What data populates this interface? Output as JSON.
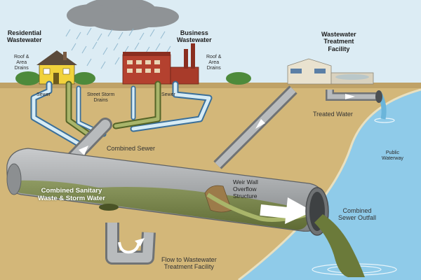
{
  "labels": {
    "residential_wastewater": [
      "Residential",
      "Wastewater"
    ],
    "business_wastewater": [
      "Business",
      "Wastewater"
    ],
    "treatment_facility": [
      "Wastewater",
      "Treatment",
      "Facility"
    ],
    "roof_drains_left": [
      "Roof &",
      "Area",
      "Drains"
    ],
    "roof_drains_right": [
      "Roof &",
      "Area",
      "Drains"
    ],
    "sewer_left": "Sewer",
    "sewer_right": "Sewer",
    "street_storm_drains": [
      "Street Storm",
      "Drains"
    ],
    "combined_sewer": "Combined Sewer",
    "treated_water": "Treated Water",
    "public_waterway": [
      "Public",
      "Waterway"
    ],
    "combined_sanitary": [
      "Combined Sanitary",
      "Waste & Storm Water"
    ],
    "weir_wall": [
      "Weir Wall",
      "Overflow",
      "Structure"
    ],
    "combined_outfall": [
      "Combined",
      "Sewer Outfall"
    ],
    "flow_to_facility": [
      "Flow to Wastewater",
      "Treatment Facility"
    ]
  },
  "colors": {
    "sky": "#dcecf4",
    "soil": "#d3b779",
    "pipe_gray": "#9a9d9f",
    "storm_blue": "#3fa6d8",
    "sanitary_green": "#6b7a3a",
    "combined_water": "#7d8a55",
    "waterway": "#8fcbe9",
    "house_yellow": "#f1d23c",
    "brick_red": "#b4412f"
  }
}
